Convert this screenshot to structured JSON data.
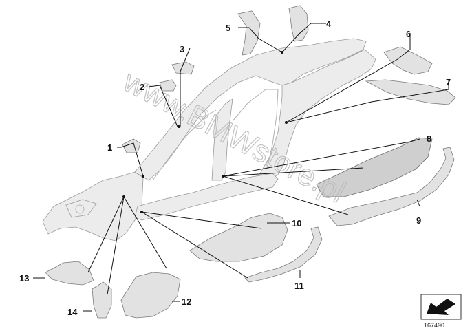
{
  "watermark": "www.BMWstore.pl",
  "diagram_number": "167490",
  "callouts": [
    {
      "id": "1",
      "label": "1"
    },
    {
      "id": "2",
      "label": "2"
    },
    {
      "id": "3",
      "label": "3"
    },
    {
      "id": "4",
      "label": "4"
    },
    {
      "id": "5",
      "label": "5"
    },
    {
      "id": "6",
      "label": "6"
    },
    {
      "id": "7",
      "label": "7"
    },
    {
      "id": "8",
      "label": "8"
    },
    {
      "id": "9",
      "label": "9"
    },
    {
      "id": "10",
      "label": "10"
    },
    {
      "id": "11",
      "label": "11"
    },
    {
      "id": "12",
      "label": "12"
    },
    {
      "id": "13",
      "label": "13"
    },
    {
      "id": "14",
      "label": "14"
    }
  ],
  "icons": [
    "car-body-side-frame-illustration",
    "reference-arrow-icon"
  ]
}
